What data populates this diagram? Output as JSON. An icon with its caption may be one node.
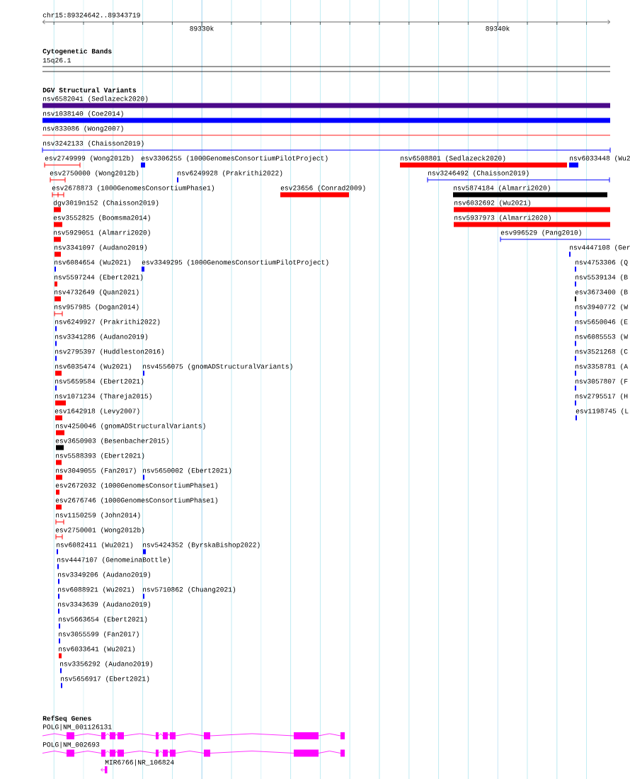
{
  "diagram": {
    "title": "chr15:89324642..89343719",
    "labels": [
      "89330k",
      "89340k",
      "Cytogenetic Bands",
      "15q26.1",
      "DGV Structural Variants",
      "nsv6582041 (Sedlazeck2020)",
      "nsv1038140 (Coe2014)",
      "nsv833086 (Wong2007)",
      "nsv3242133 (Chaisson2019)",
      "esv2749999 (Wong2012b)",
      "esv3306255 (1000GenomesConsortiumPilotProject)",
      "nsv6508801 (Sedlazeck2020)",
      "nsv6033448 (Wu2",
      "esv2750000 (Wong2012b)",
      "nsv6249928 (Prakrithi2022)",
      "nsv3246492 (Chaisson2019)",
      "esv2678873 (1000GenomesConsortiumPhase1)",
      "esv23656 (Conrad2009)",
      "nsv5874184 (Almarri2020)",
      "dgv3019n152 (Chaisson2019)",
      "nsv6032692 (Wu2021)",
      "esv3552825 (Boomsma2014)",
      "nsv5937973 (Almarri2020)",
      "nsv5929051 (Almarri2020)",
      "esv996529 (Pang2010)",
      "nsv3341097 (Audano2019)",
      "nsv4447108 (Ger",
      "nsv6084654 (Wu2021)",
      "esv3349295 (1000GenomesConsortiumPilotProject)",
      "nsv4753306 (Q",
      "nsv5597244 (Ebert2021)",
      "nsv5539134 (B",
      "nsv4732649 (Quan2021)",
      "esv3673400 (B",
      "nsv957985 (Dogan2014)",
      "nsv3940772 (W",
      "nsv6249927 (Prakrithi2022)",
      "nsv5650046 (E",
      "nsv3341286 (Audano2019)",
      "nsv6085553 (W",
      "nsv2795397 (Huddleston2016)",
      "nsv3521268 (C",
      "nsv6035474 (Wu2021)",
      "nsv4556075 (gnomADStructuralVariants)",
      "nsv3358781 (A",
      "nsv5659584 (Ebert2021)",
      "nsv3057807 (F",
      "nsv1071234 (Thareja2015)",
      "nsv2795517 (H",
      "esv1642918 (Levy2007)",
      "esv1198745 (L",
      "nsv4250046 (gnomADStructuralVariants)",
      "esv3650903 (Besenbacher2015)",
      "nsv5588393 (Ebert2021)",
      "nsv3049055 (Fan2017)",
      "nsv5650002 (Ebert2021)",
      "esv2672032 (1000GenomesConsortiumPhase1)",
      "esv2676746 (1000GenomesConsortiumPhase1)",
      "nsv1150259 (John2014)",
      "esv2750001 (Wong2012b)",
      "nsv6082411 (Wu2021)",
      "nsv5424352 (ByrskaBishop2022)",
      "nsv4447107 (GenomeinaBottle)",
      "nsv3349206 (Audano2019)",
      "nsv6088921 (Wu2021)",
      "nsv5710862 (Chuang2021)",
      "nsv3343639 (Audano2019)",
      "nsv5663654 (Ebert2021)",
      "nsv3055599 (Fan2017)",
      "nsv6033641 (Wu2021)",
      "nsv3356292 (Audano2019)",
      "nsv5656917 (Ebert2021)",
      "RefSeq Genes",
      "POLG|NM_001126131",
      "POLG|NM_002693",
      "MIR6766|NR_106824"
    ]
  }
}
